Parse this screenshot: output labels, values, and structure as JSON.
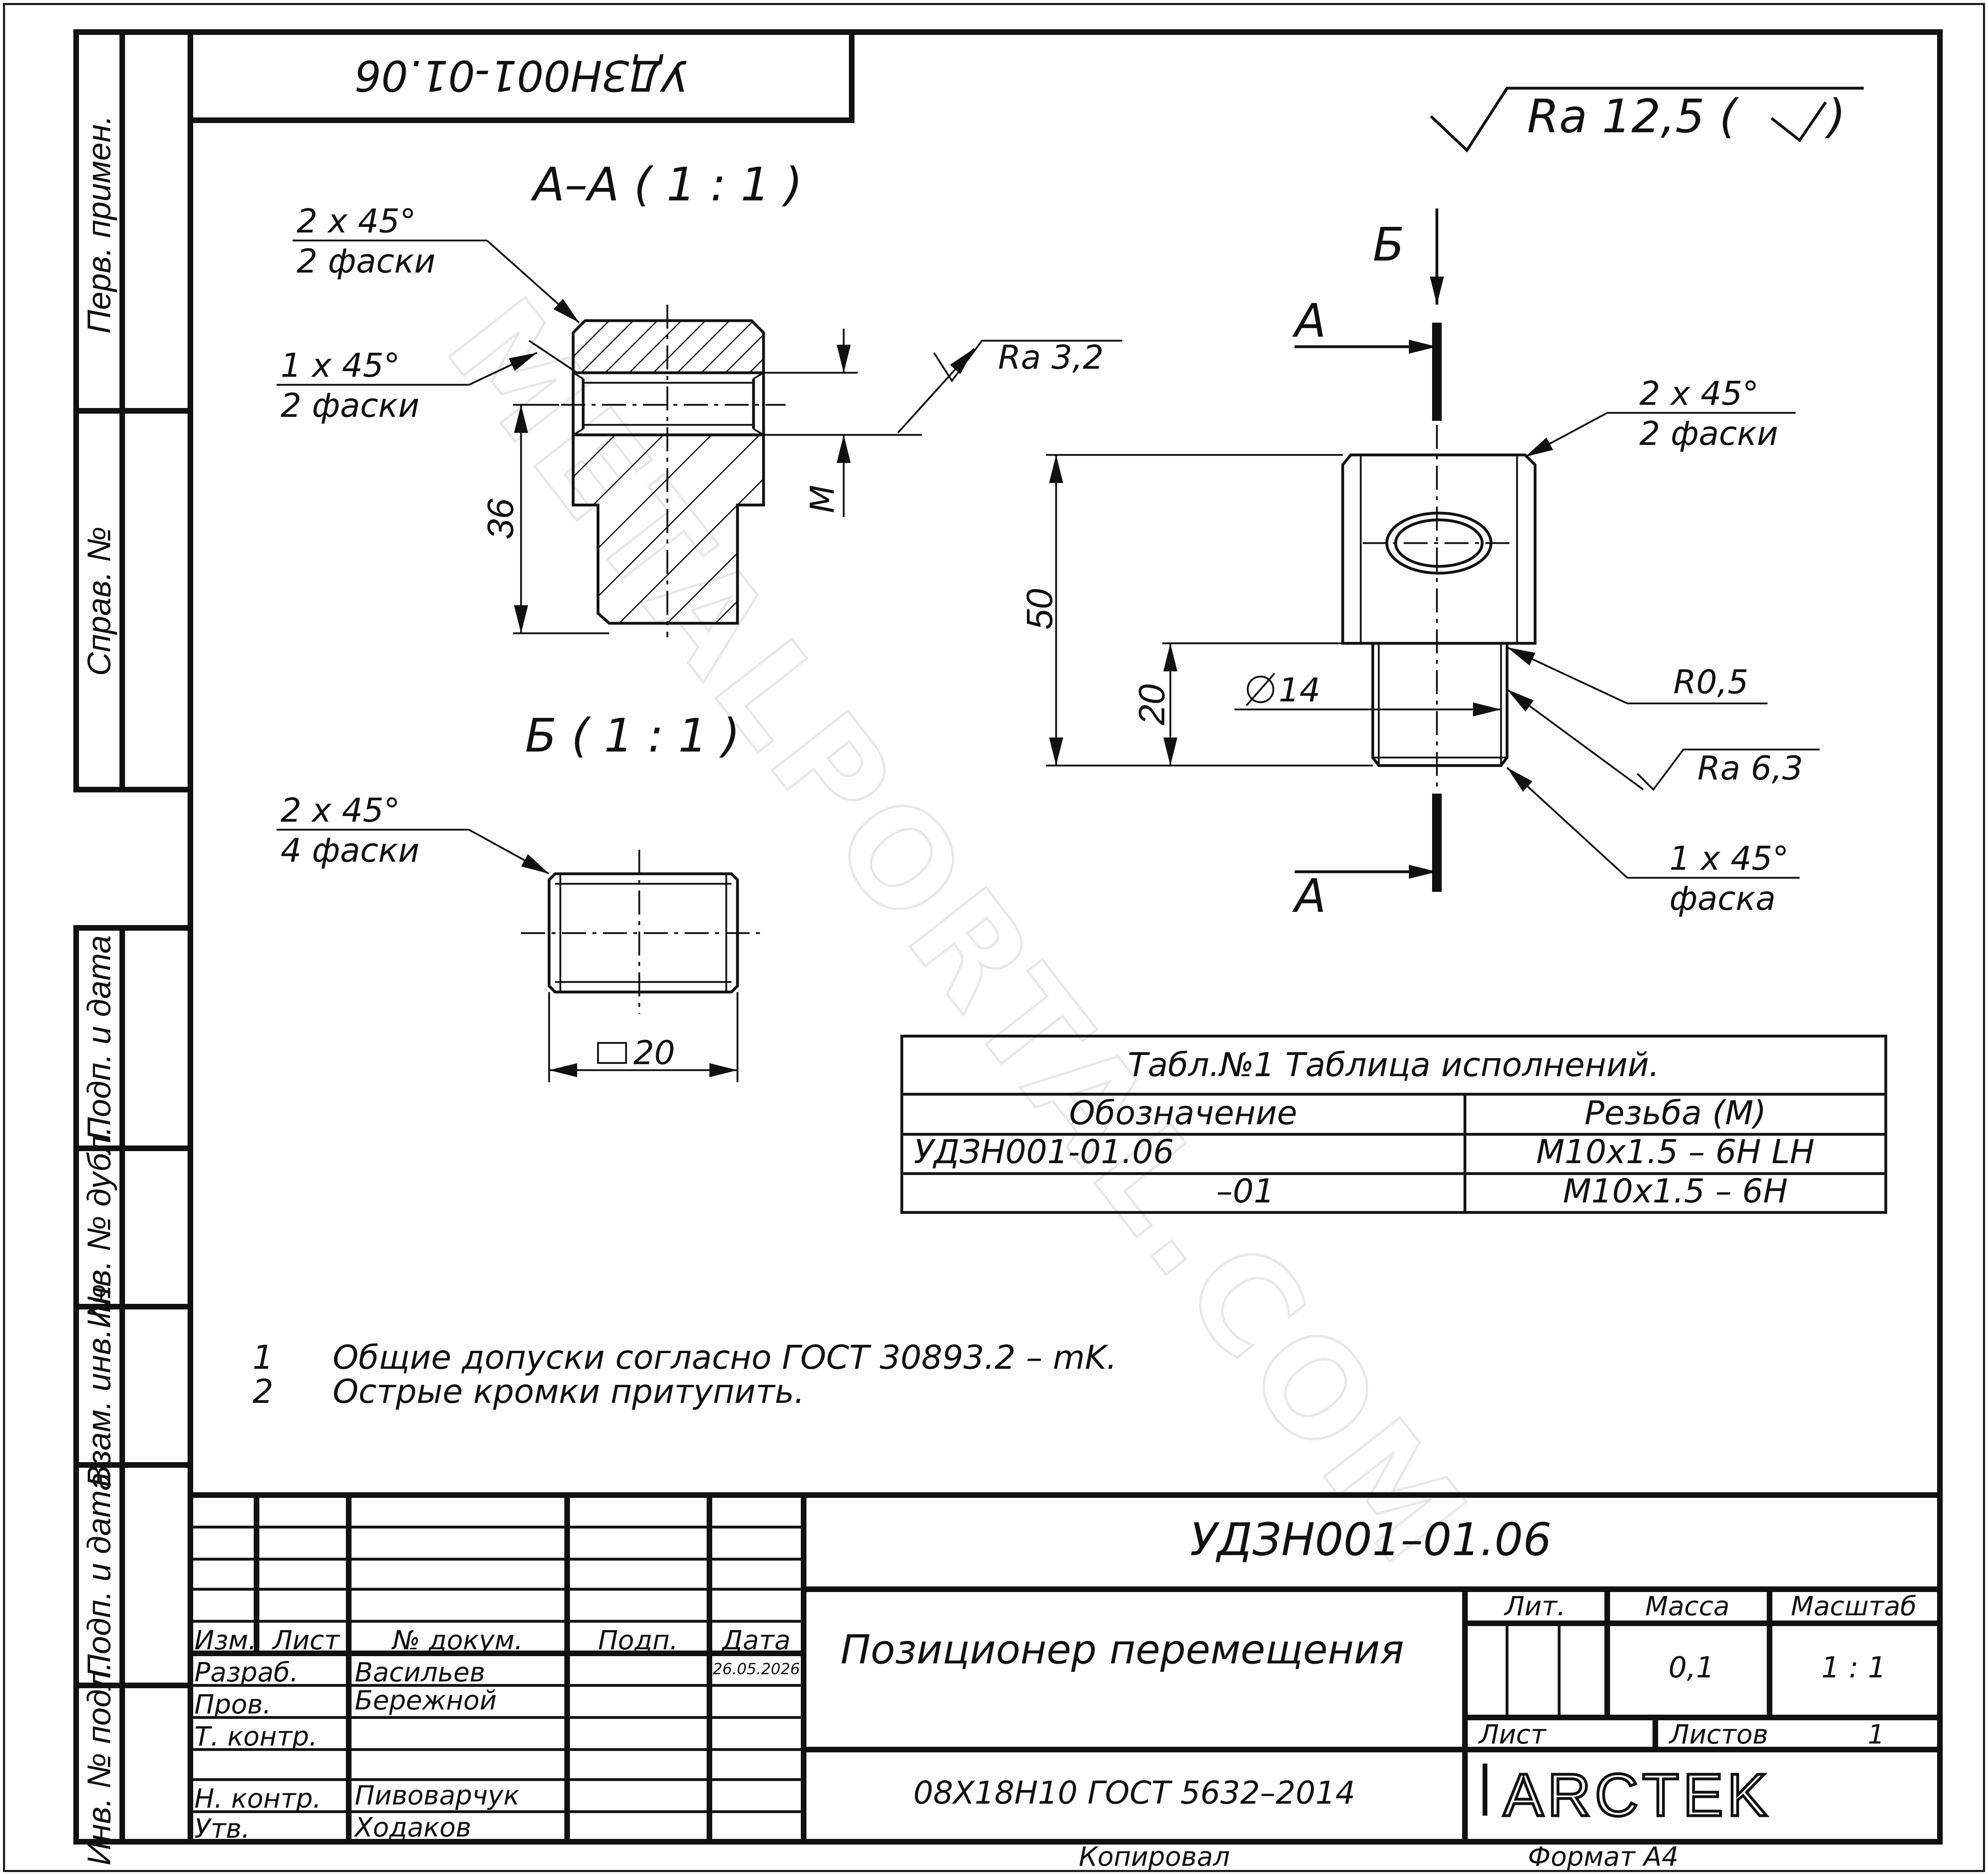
{
  "watermark": "METALPORTAL.COM",
  "mirrored_code": "УДЗН001-01.06",
  "roughness_main": "Ra 12,5 (",
  "views": {
    "section_aa": "А–А ( 1 : 1 )",
    "view_b": "Б ( 1 : 1 )",
    "cut_a_top": "А",
    "cut_a_bottom": "А",
    "view_arrow_b": "Б"
  },
  "callouts": {
    "aa_chamfer_outer_1": "2 x 45°",
    "aa_chamfer_outer_2": "2 фаски",
    "aa_chamfer_inner_1": "1 x 45°",
    "aa_chamfer_inner_2": "2 фаски",
    "aa_roughness": "Ra 3,2",
    "aa_dim_36": "36",
    "aa_dim_m": "М",
    "b_chamfer_1": "2 x 45°",
    "b_chamfer_2": "4 фаски",
    "b_dim_square": "20",
    "main_chamfer_top_1": "2 x 45°",
    "main_chamfer_top_2": "2 фаски",
    "main_radius": "R0,5",
    "main_roughness": "Ra 6,3",
    "main_chamfer_bottom_1": "1 x 45°",
    "main_chamfer_bottom_2": "фаска",
    "main_dim_50": "50",
    "main_dim_20": "20",
    "main_dim_diam": "14"
  },
  "table": {
    "title": "Табл.№1 Таблица исполнений.",
    "headers": [
      "Обозначение",
      "Резьба (М)"
    ],
    "rows": [
      [
        "УДЗН001-01.06",
        "М10х1.5 – 6Н LH"
      ],
      [
        "–01",
        "М10х1.5 – 6Н"
      ]
    ]
  },
  "notes": [
    {
      "num": "1",
      "text": "Общие допуски согласно ГОСТ 30893.2 – mK."
    },
    {
      "num": "2",
      "text": "Острые кромки притупить."
    }
  ],
  "side_labels": {
    "perv_primen": "Перв. примен.",
    "sprav_no": "Справ. №",
    "podp_data_1": "Подп. и дата",
    "inv_dubl": "Инв. № дубл.",
    "vzam_inv": "Взам. инв. №",
    "podp_data_2": "Подп. и дата",
    "inv_podl": "Инв. № подл."
  },
  "title_block": {
    "designation": "УДЗН001–01.06",
    "name": "Позиционер перемещения",
    "material": "08Х18Н10 ГОСТ 5632–2014",
    "col_izm": "Изм.",
    "col_list": "Лист",
    "col_doc": "№ докум.",
    "col_podp": "Подп.",
    "col_date": "Дата",
    "date_value": "26.05.2026",
    "role_razrab": "Разраб.",
    "role_prov": "Пров.",
    "role_tkontr": "Т. контр.",
    "role_nkontr": "Н. контр.",
    "role_utv": "Утв.",
    "name_razrab": "Васильев",
    "name_prov": "Бережной",
    "name_nkontr": "Пивоварчук",
    "name_utv": "Ходаков",
    "lit_label": "Лит.",
    "mass_label": "Масса",
    "scale_label": "Масштаб",
    "mass_value": "0,1",
    "scale_value": "1 : 1",
    "sheet_label": "Лист",
    "sheets_label": "Листов",
    "sheets_value": "1",
    "company": "ARCTEK",
    "copied": "Копировал",
    "format": "Формат А4"
  }
}
